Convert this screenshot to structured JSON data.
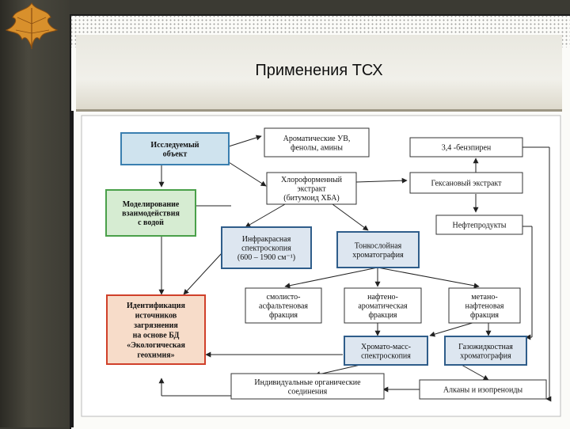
{
  "slide": {
    "title": "Применения ТСХ"
  },
  "diagram": {
    "nodes": {
      "object": [
        "Исследуемый",
        "объект"
      ],
      "aromatic": [
        "Ароматические УВ,",
        "фенолы, амины"
      ],
      "benzpyrene": [
        "3,4 -бензпирен"
      ],
      "chloroform": [
        "Хлороформенный",
        "экстракт",
        "(битумоид ХБА)"
      ],
      "hexane": [
        "Гексановый экстракт"
      ],
      "modeling": [
        "Моделирование",
        "взаимодействия",
        "с водой"
      ],
      "oil": [
        "Нефтепродукты"
      ],
      "ir": [
        "Инфракрасная",
        "спектроскопия",
        "(600 – 1900 см⁻¹)"
      ],
      "tlc": [
        "Тонкослойная",
        "хроматография"
      ],
      "resin": [
        "смолисто-",
        "асфальтеновая",
        "фракция"
      ],
      "naphtho_arom": [
        "нафтено-",
        "ароматическая",
        "фракция"
      ],
      "paraffin": [
        "метано-",
        "нафтеновая",
        "фракция"
      ],
      "identification": [
        "Идентификация",
        "источников",
        "загрязнения",
        "на основе БД",
        "«Экологическая",
        "геохимия»"
      ],
      "gcms": [
        "Хромато-масс-",
        "спектроскопия"
      ],
      "glc": [
        "Газожидкостная",
        "хроматография"
      ],
      "individual": [
        "Индивидуальные органические",
        "соединения"
      ],
      "alkanes": [
        "Алканы и изопреноиды"
      ]
    },
    "colors": {
      "object_fill": "#cfe3ee",
      "object_border": "#3a7fb0",
      "modeling_fill": "#d6ecd2",
      "modeling_border": "#4aa04a",
      "ident_fill": "#f7dcc9",
      "ident_border": "#d0402a",
      "tech_fill": "#dde6f0",
      "tech_border": "#2f5d8a",
      "plain_fill": "#ffffff",
      "plain_border": "#333333"
    }
  }
}
